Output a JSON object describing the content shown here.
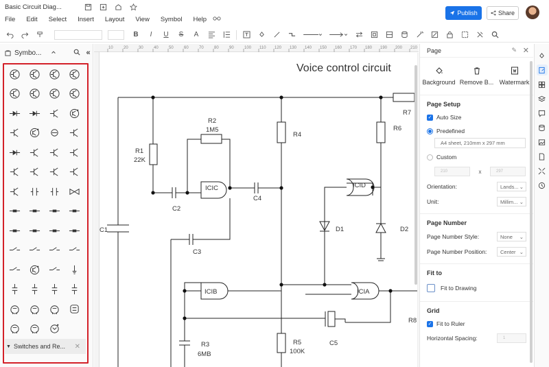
{
  "app": {
    "doc_title": "Basic Circuit Diag...",
    "publish_label": "Publish",
    "share_label": "Share"
  },
  "menu": [
    "File",
    "Edit",
    "Select",
    "Insert",
    "Layout",
    "View",
    "Symbol",
    "Help"
  ],
  "library": {
    "title": "Symbo...",
    "footer_label": "Switches and Re..."
  },
  "canvas": {
    "title": "Voice control circuit",
    "ruler_ticks": [
      "10",
      "20",
      "30",
      "40",
      "50",
      "60",
      "70",
      "80",
      "90",
      "100",
      "110",
      "120",
      "130",
      "140",
      "150",
      "160",
      "170",
      "180",
      "190",
      "200",
      "210"
    ],
    "labels": {
      "r1": "R1",
      "r1v": "22K",
      "r2": "R2",
      "r2v": "1M5",
      "r3": "R3",
      "r3v": "6MB",
      "r4": "R4",
      "r5": "R5",
      "r5v": "100K",
      "r6": "R6",
      "r7": "R7",
      "r8": "R8",
      "c1": "C1",
      "c2": "C2",
      "c3": "C3",
      "c4": "C4",
      "c5": "C5",
      "d1": "D1",
      "d2": "D2",
      "icic": "ICIC",
      "icid": "ICID",
      "icib": "ICIB",
      "icia": "ICIA"
    }
  },
  "right_panel": {
    "title": "Page",
    "actions": [
      "Background",
      "Remove B...",
      "Watermark"
    ],
    "page_setup": {
      "title": "Page Setup",
      "auto_size": "Auto Size",
      "predefined": "Predefined",
      "paper": "A4 sheet, 210mm x 297 mm",
      "custom": "Custom",
      "width": "210",
      "height": "297",
      "x_label": "x",
      "orientation_label": "Orientation:",
      "orientation_value": "Lands...",
      "unit_label": "Unit:",
      "unit_value": "Millim..."
    },
    "page_number": {
      "title": "Page Number",
      "style_label": "Page Number Style:",
      "style_value": "None",
      "position_label": "Page Number Position:",
      "position_value": "Center"
    },
    "fit_to": {
      "title": "Fit to",
      "fit_drawing": "Fit to Drawing"
    },
    "grid": {
      "title": "Grid",
      "fit_ruler": "Fit to Ruler",
      "spacing_label": "Horizontal Spacing:",
      "spacing_value": "1"
    }
  },
  "colors": {
    "accent": "#1a73e8",
    "highlight_frame": "#d32028"
  }
}
